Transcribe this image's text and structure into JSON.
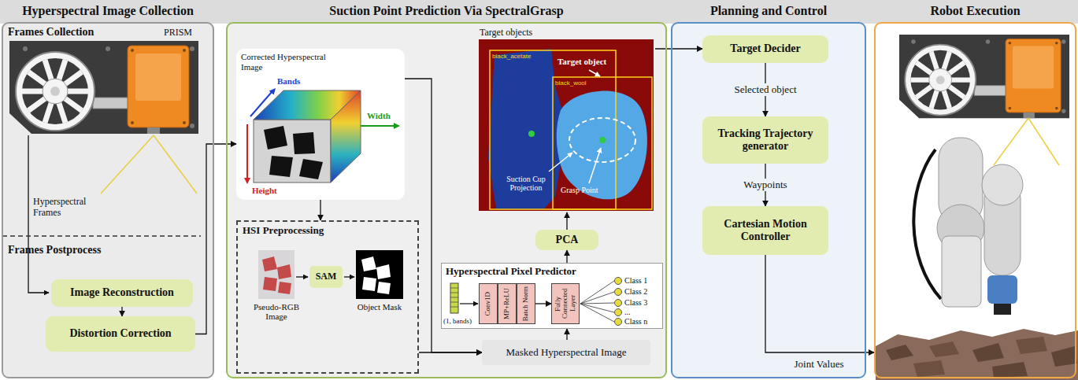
{
  "diagram": {
    "nodes": [
      {
        "text": [
          "Hyperspectral Image Collection"
        ]
      },
      {
        "text": [
          "Image Reconstruction"
        ],
        "in": 0
      },
      {
        "text": [
          "Distortion Correction"
        ],
        "in": 0
      },
      {
        "text": [
          "Suction Point Prediction Via SpectralGrasp"
        ]
      },
      {
        "text": [
          "Corrected Hyperspectral Image"
        ],
        "in": 3
      },
      {
        "text": [
          "HSI Preprocessing"
        ],
        "in": 3
      },
      {
        "text": [
          "SAM"
        ],
        "in": 5
      },
      {
        "text": [
          "Target objects"
        ],
        "in": 3
      },
      {
        "text": [
          "PCA"
        ],
        "in": 3
      },
      {
        "text": [
          "Hyperspectral Pixel Predictor"
        ],
        "in": 3
      },
      {
        "text": [
          "Conv1D"
        ],
        "in": 9
      },
      {
        "text": [
          "MP+ReLU"
        ],
        "in": 9
      },
      {
        "text": [
          "Batch Norm"
        ],
        "in": 9
      },
      {
        "text": [
          "Fully Connected Layer"
        ],
        "in": 9
      },
      {
        "text": [
          "Masked Hyperspectral Image"
        ],
        "in": 3
      },
      {
        "text": [
          "Planning and Control"
        ]
      },
      {
        "text": [
          "Target Decider"
        ],
        "in": 15
      },
      {
        "text": [
          "Tracking Trajectory generator"
        ],
        "in": 15
      },
      {
        "text": [
          "Cartesian Motion Controller"
        ],
        "in": 15
      },
      {
        "text": [
          "Robot Execution"
        ]
      }
    ],
    "edges": [
      {
        "from": 1,
        "to": 2,
        "arrow": "to"
      },
      {
        "from": 2,
        "to": 4,
        "arrow": "to"
      },
      {
        "from": 4,
        "to": 5,
        "arrow": "to"
      },
      {
        "from": 4,
        "to": 14,
        "arrow": "to"
      },
      {
        "from": 5,
        "to": 14,
        "arrow": "to"
      },
      {
        "from": 14,
        "to": 9,
        "arrow": "to"
      },
      {
        "from": 9,
        "to": 8,
        "arrow": "to"
      },
      {
        "from": 8,
        "to": 7,
        "arrow": "to"
      },
      {
        "from": 12,
        "to": 13,
        "arrow": "to"
      },
      {
        "from": 7,
        "to": 16,
        "arrow": "to"
      },
      {
        "from": 16,
        "to": 17,
        "label": "Selected object",
        "arrow": "to"
      },
      {
        "from": 17,
        "to": 18,
        "label": "Waypoints",
        "arrow": "to"
      },
      {
        "from": 18,
        "to": 19,
        "label": "Joint Values",
        "arrow": "to"
      }
    ],
    "labels": [
      "Frames Collection",
      "PRISM",
      "Hyperspectral Frames",
      "Frames Postprocess",
      "Bands",
      "Width",
      "Height",
      "Pseudo-RGB Image",
      "Object Mask",
      "black_acetate",
      "black_wool",
      "Target object",
      "Suction Cup Projection",
      "Grasp Point",
      "(1, bands)",
      "Class 1",
      "Class 2",
      "Class 3",
      "...",
      "Class n"
    ]
  }
}
